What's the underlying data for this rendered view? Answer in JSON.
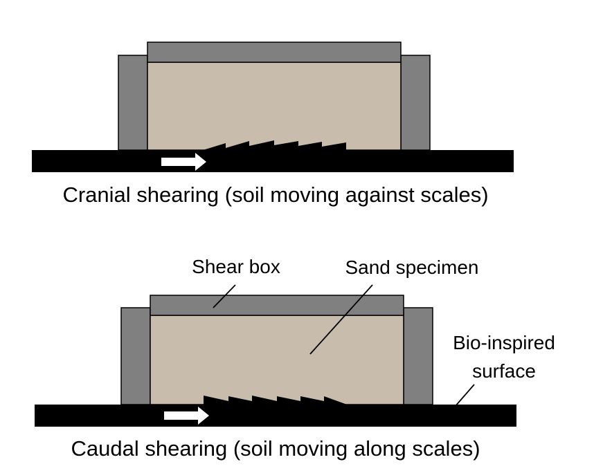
{
  "panels": {
    "cranial": {
      "caption": "Cranial shearing (soil moving against scales)"
    },
    "caudal": {
      "caption": "Caudal shearing (soil moving along scales)"
    }
  },
  "labels": {
    "shear_box": "Shear box",
    "sand_specimen": "Sand specimen",
    "bio_inspired_line1": "Bio-inspired",
    "bio_inspired_line2": "surface"
  },
  "colors": {
    "box_wall": "#808080",
    "sand": "#c8bcad",
    "surface": "#000000",
    "arrow": "#ffffff"
  }
}
